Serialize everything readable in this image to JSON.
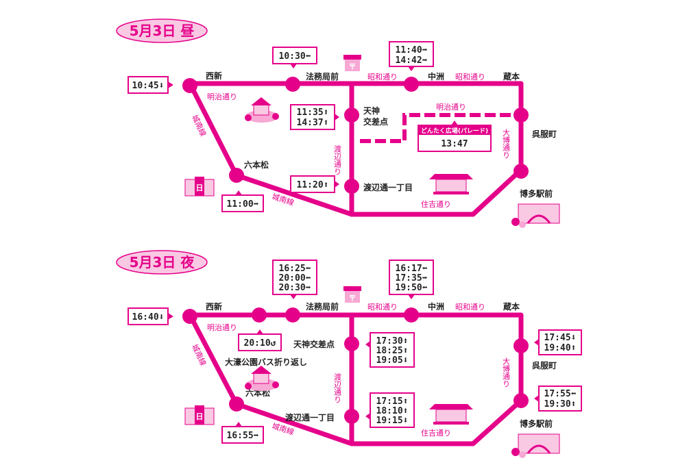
{
  "colors": {
    "route": "#e5008a",
    "box_border": "#e5008a",
    "text": "#222222",
    "label_pink": "#e5008a",
    "title_bg": "#f9c8e3"
  },
  "icons": [
    "post-office-icon",
    "castle-icon",
    "building-icon",
    "shrine-icon",
    "station-icon"
  ],
  "day": {
    "title": "5月3日 昼",
    "stops": [
      {
        "name": "西新"
      },
      {
        "name": "法務局前"
      },
      {
        "name": "中洲"
      },
      {
        "name": "蔵本"
      },
      {
        "name": "天神"
      },
      {
        "name": "交差点"
      },
      {
        "name": "呉服町"
      },
      {
        "name": "六本松"
      },
      {
        "name": "渡辺通一丁目"
      },
      {
        "name": "博多駅前"
      }
    ],
    "roads": {
      "meiji1": "明治通り",
      "showa1": "昭和通り",
      "showa2": "昭和通り",
      "meiji2": "明治通り",
      "jonan1": "城南線",
      "jonan2": "城南線",
      "watanabe": "渡辺通り",
      "sumiyoshi": "住吉通り",
      "daihaku": "大博通り"
    },
    "parade": {
      "label": "どんたく広場(パレード)",
      "time": "13:47"
    },
    "times": {
      "nishijin": [
        "10:45⬇"
      ],
      "homu": [
        "10:30⬅"
      ],
      "nakasu": [
        "11:40➡",
        "14:42➡"
      ],
      "tenjin": [
        "11:35⬆",
        "14:37⬆"
      ],
      "watanabe": [
        "11:20⬆"
      ],
      "ropponmatsu": [
        "11:00➡"
      ]
    }
  },
  "night": {
    "title": "5月3日 夜",
    "stops": [
      {
        "name": "西新"
      },
      {
        "name": "法務局前"
      },
      {
        "name": "中洲"
      },
      {
        "name": "蔵本"
      },
      {
        "name": "天神交差点"
      },
      {
        "name": "呉服町"
      },
      {
        "name": "大濠公園バス折り返し"
      },
      {
        "name": "六本松"
      },
      {
        "name": "渡辺通一丁目"
      },
      {
        "name": "博多駅前"
      }
    ],
    "roads": {
      "meiji1": "明治通り",
      "showa1": "昭和通り",
      "showa2": "昭和通り",
      "jonan1": "城南線",
      "jonan2": "城南線",
      "watanabe": "渡辺通り",
      "sumiyoshi": "住吉通り",
      "daihaku": "大博通り"
    },
    "times": {
      "nishijin": [
        "16:40⬇"
      ],
      "ohori": [
        "20:10↺"
      ],
      "homu": [
        "16:25⬅",
        "20:00⬅",
        "20:30➡"
      ],
      "nakasu": [
        "16:17⬅",
        "17:35➡",
        "19:50⬅"
      ],
      "tenjin": [
        "17:30⬆",
        "18:25⬆",
        "19:05⬇"
      ],
      "watanabe": [
        "17:15⬆",
        "18:10⬆",
        "19:15⬇"
      ],
      "ropponmatsu": [
        "16:55➡"
      ],
      "gofuku": [
        "17:45⬇",
        "19:40⬆"
      ],
      "hakata": [
        "17:55⬅",
        "19:30⬆"
      ]
    }
  }
}
